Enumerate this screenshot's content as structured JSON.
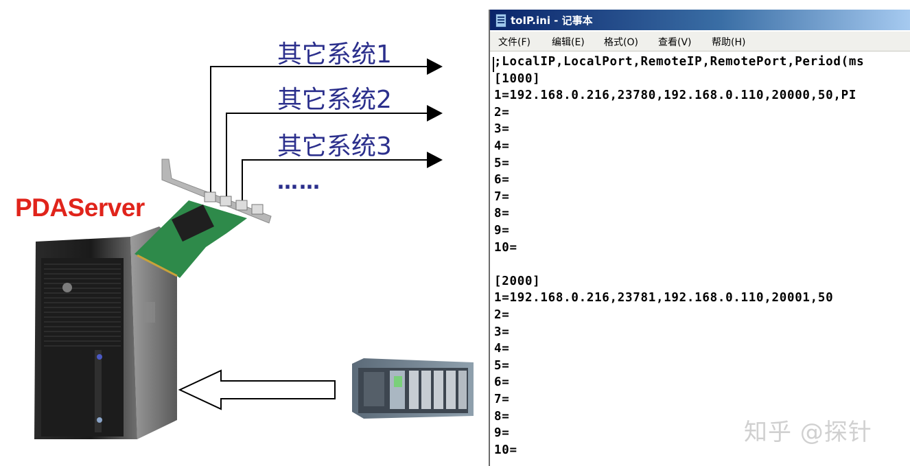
{
  "diagram": {
    "server_label": "PDAServer",
    "outputs": [
      {
        "label": "其它系统1"
      },
      {
        "label": "其它系统2"
      },
      {
        "label": "其它系统3"
      }
    ],
    "more": "……"
  },
  "notepad": {
    "title": "toIP.ini - 记事本",
    "menu": [
      {
        "label": "文件(F)"
      },
      {
        "label": "编辑(E)"
      },
      {
        "label": "格式(O)"
      },
      {
        "label": "查看(V)"
      },
      {
        "label": "帮助(H)"
      }
    ],
    "lines": [
      ";LocalIP,LocalPort,RemoteIP,RemotePort,Period(ms",
      "[1000]",
      "1=192.168.0.216,23780,192.168.0.110,20000,50,PI",
      "2=",
      "3=",
      "4=",
      "5=",
      "6=",
      "7=",
      "8=",
      "9=",
      "10=",
      "",
      "[2000]",
      "1=192.168.0.216,23781,192.168.0.110,20001,50",
      "2=",
      "3=",
      "4=",
      "5=",
      "6=",
      "7=",
      "8=",
      "9=",
      "10="
    ]
  },
  "watermark": "知乎 @探针",
  "colors": {
    "label_blue": "#2b2f8c",
    "server_red": "#e0241b",
    "arrow": "#000000"
  }
}
